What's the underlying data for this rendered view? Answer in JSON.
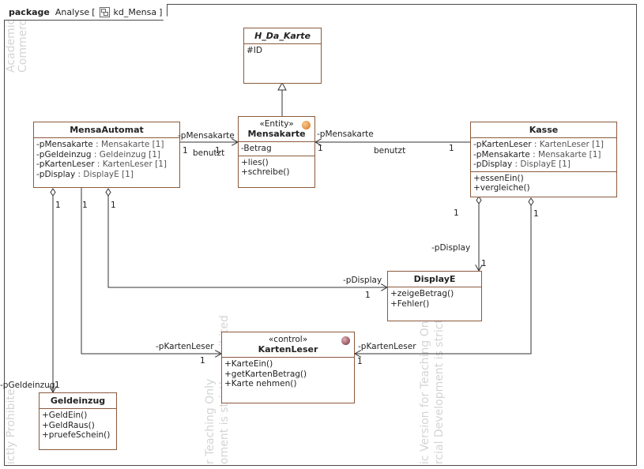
{
  "package": {
    "keyword": "package",
    "name": "Analyse",
    "diagram": "kd_Mensa"
  },
  "classes": {
    "h_da_karte": {
      "name": "H_Da_Karte",
      "attributes": [
        "#ID"
      ]
    },
    "mensakarte": {
      "stereotype": "«Entity»",
      "name": "Mensakarte",
      "attributes": [
        "-Betrag"
      ],
      "operations": [
        "+lies()",
        "+schreibe()"
      ],
      "badge_color": "#e8964a"
    },
    "mensaautomat": {
      "name": "MensaAutomat",
      "attributes": [
        {
          "name": "-pMensakarte",
          "type": " : Mensakarte [1]"
        },
        {
          "name": "-pGeldeinzug",
          "type": " : Geldeinzug [1]"
        },
        {
          "name": "-pKartenLeser",
          "type": " : KartenLeser [1]"
        },
        {
          "name": "-pDisplay",
          "type": " : DisplayE [1]"
        }
      ]
    },
    "kasse": {
      "name": "Kasse",
      "attributes": [
        {
          "name": "-pKartenLeser",
          "type": " : KartenLeser [1]"
        },
        {
          "name": "-pMensakarte",
          "type": " : Mensakarte [1]"
        },
        {
          "name": "-pDisplay",
          "type": " : DisplayE [1]"
        }
      ],
      "operations": [
        "+essenEin()",
        "+vergleiche()"
      ]
    },
    "displaye": {
      "name": "DisplayE",
      "operations": [
        "+zeigeBetrag()",
        "+Fehler()"
      ]
    },
    "kartenleser": {
      "stereotype": "«control»",
      "name": "KartenLeser",
      "operations": [
        "+KarteEin()",
        "+getKartenBetrag()",
        "+Karte nehmen()"
      ],
      "badge_color": "#a0606a"
    },
    "geldeinzug": {
      "name": "Geldeinzug",
      "operations": [
        "+GeldEin()",
        "+GeldRaus()",
        "+pruefeSchein()"
      ]
    }
  },
  "labels": {
    "ma_mk_role": "-pMensakarte",
    "ma_mk_m1": "1",
    "ma_mk_m2": "1",
    "ma_mk_use": "benutzt",
    "ka_mk_role": "-pMensakarte",
    "ka_mk_m1": "1",
    "ka_mk_m2": "1",
    "ka_mk_use": "benutzt",
    "ka_d_m": "1",
    "ka_d_role": "-pDisplay",
    "ka_d_m2": "1",
    "ka_kl_m": "1",
    "ka_kl_role": "-pKartenLeser",
    "ka_kl_m2": "1",
    "ma_d_m": "1",
    "ma_d_role": "-pDisplay",
    "ma_d_m2": "1",
    "ma_kl_m": "1",
    "ma_kl_role": "-pKartenLeser",
    "ma_kl_m2": "1",
    "ma_g_m": "1",
    "ma_g_role": "-pGeldeinzug",
    "ma_g_m2": "1"
  },
  "watermarks": [
    "Academic",
    "Commerce",
    "ictly Prohibite",
    "r Teaching Only",
    "oment is strictly prohibited",
    "ic Version for Teaching Only",
    "rcial Development is strictly Pro"
  ]
}
